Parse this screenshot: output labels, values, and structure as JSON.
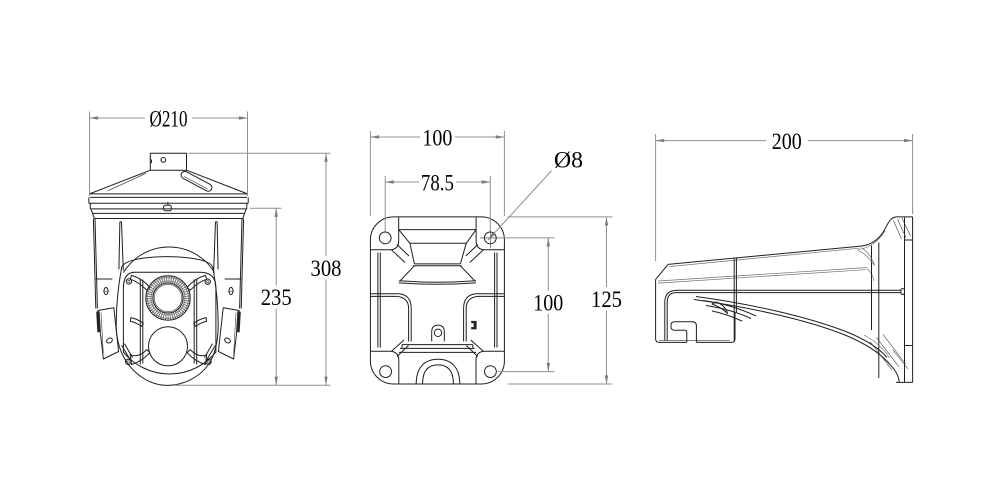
{
  "drawing": {
    "title": "PTZ speed dome camera with wall-mount bracket - dimensional drawing",
    "background_color": "#ffffff",
    "object_line_color": "#1f1f1f",
    "dimension_line_color": "#909090",
    "text_color": "#000000",
    "units": "mm",
    "views": {
      "front": {
        "name": "dome-camera-front-view",
        "dimensions": {
          "top_diameter": "Ø210",
          "total_height": "308",
          "body_height": "235"
        }
      },
      "plate": {
        "name": "mount-plate-rear-view",
        "dimensions": {
          "plate_width": "100",
          "hole_span_horizontal": "78.5",
          "hole_diameter": "Ø8",
          "hole_span_vertical": "100",
          "plate_height": "125"
        }
      },
      "side": {
        "name": "wall-bracket-side-view",
        "dimensions": {
          "bracket_length": "200"
        }
      }
    }
  }
}
